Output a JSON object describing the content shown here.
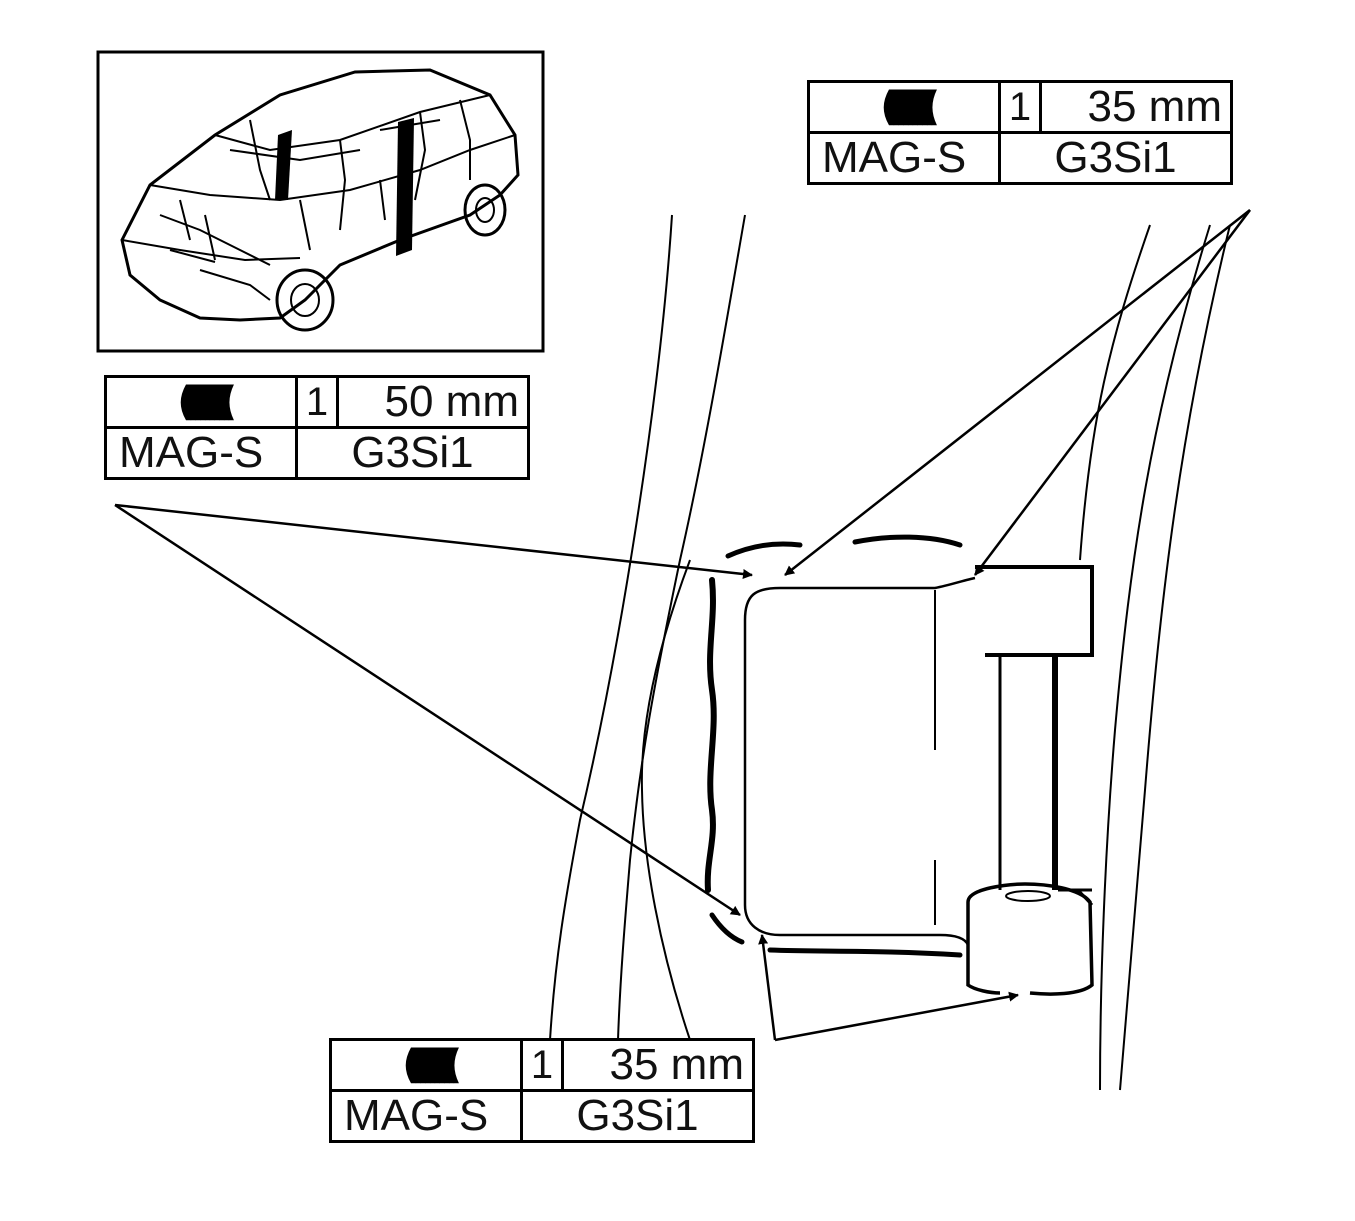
{
  "inset": {
    "name": "vehicle-overview"
  },
  "callouts": [
    {
      "id": "top-right",
      "weld_icon": "fillet-weld-seam-icon",
      "weld_glyph": "((((((((((",
      "layers": "1",
      "length": "35 mm",
      "process": "MAG-S",
      "wire": "G3Si1"
    },
    {
      "id": "left",
      "weld_icon": "fillet-weld-seam-icon",
      "weld_glyph": "((((((((((",
      "layers": "1",
      "length": "50 mm",
      "process": "MAG-S",
      "wire": "G3Si1"
    },
    {
      "id": "bottom",
      "weld_icon": "fillet-weld-seam-icon",
      "weld_glyph": "((((((((((",
      "layers": "1",
      "length": "35 mm",
      "process": "MAG-S",
      "wire": "G3Si1"
    }
  ],
  "colors": {
    "line": "#000000",
    "background": "#ffffff"
  }
}
